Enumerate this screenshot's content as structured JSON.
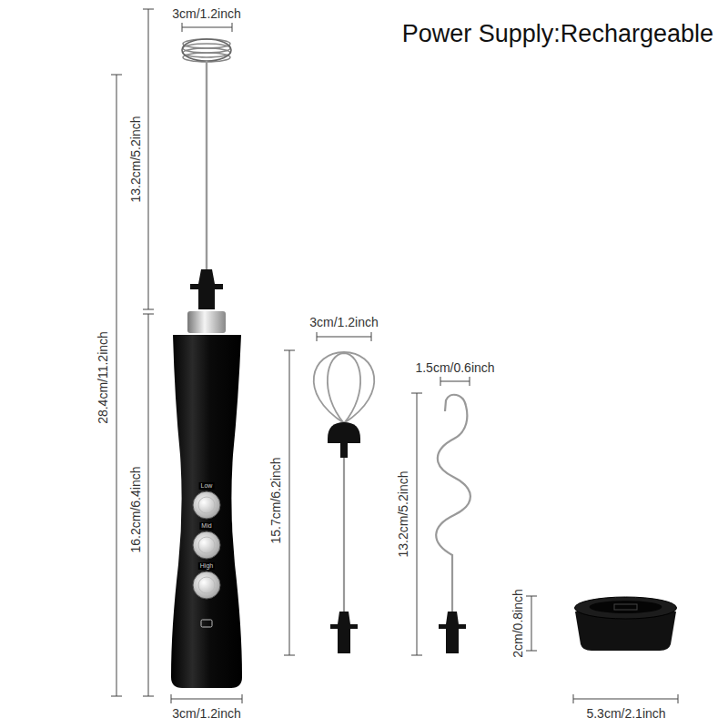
{
  "diagram": {
    "title": "Power Supply:Rechargeable",
    "labels": [
      "3cm/1.2inch",
      "13.2cm/5.2inch",
      "28.4cm/11.2inch",
      "16.2cm/6.4inch",
      "Low",
      "Mid",
      "High",
      "3cm/1.2inch",
      "3cm/1.2inch",
      "15.7cm/6.2inch",
      "1.5cm/0.6inch",
      "13.2cm/5.2inch",
      "2cm/0.8inch",
      "5.3cm/2.1inch"
    ]
  }
}
